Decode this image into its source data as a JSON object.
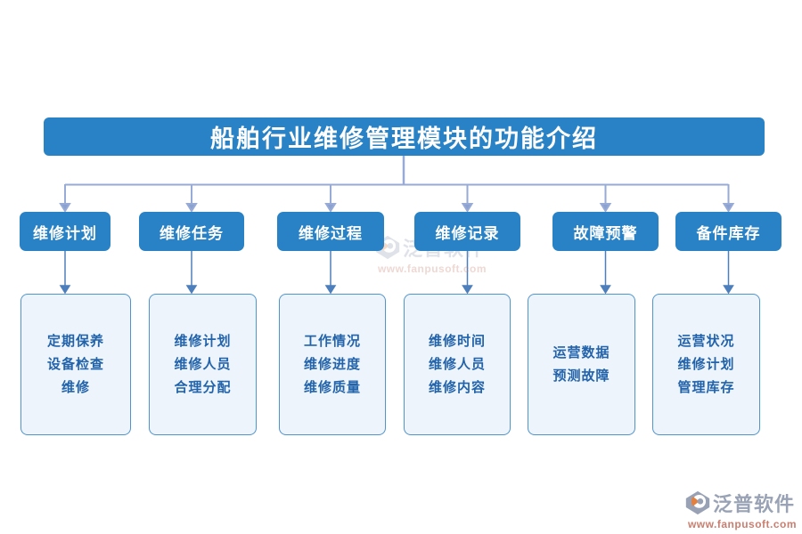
{
  "title": "船舶行业维修管理模块的功能介绍",
  "colors": {
    "primary-blue": "#2882c5",
    "tree-line": "#97abd6",
    "arrow-blue": "#4d7fbc",
    "detail-fill": "#edf4fc",
    "detail-border": "#4f94ce",
    "detail-text": "#2263aa",
    "wm-gray": "#99a3b5",
    "wm-red": "#c97f70"
  },
  "modules": [
    {
      "label": "维修计划",
      "details": [
        "定期保养",
        "设备检查",
        "维修"
      ]
    },
    {
      "label": "维修任务",
      "details": [
        "维修计划",
        "维修人员",
        "合理分配"
      ]
    },
    {
      "label": "维修过程",
      "details": [
        "工作情况",
        "维修进度",
        "维修质量"
      ]
    },
    {
      "label": "维修记录",
      "details": [
        "维修时间",
        "维修人员",
        "维修内容"
      ]
    },
    {
      "label": "故障预警",
      "details": [
        "运营数据",
        "预测故障"
      ]
    },
    {
      "label": "备件库存",
      "details": [
        "运营状况",
        "维修计划",
        "管理库存"
      ]
    }
  ],
  "watermark": {
    "brand": "泛普软件",
    "url": "www.fanpusoft.com"
  }
}
